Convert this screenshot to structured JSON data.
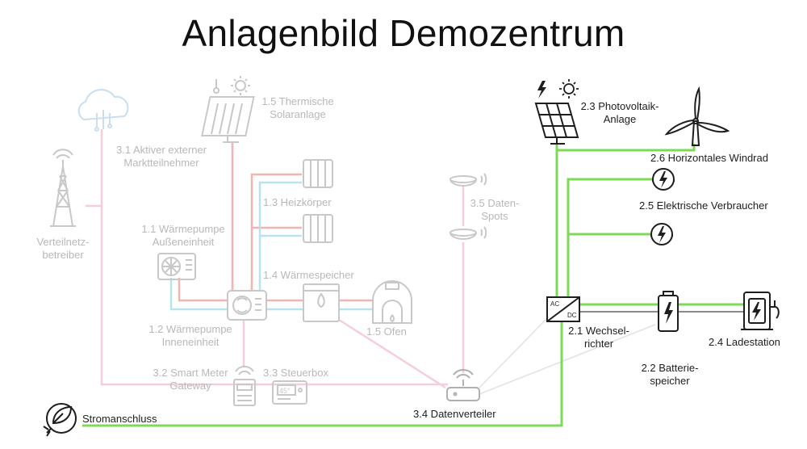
{
  "title": "Anlagenbild Demozentrum",
  "colors": {
    "green": "#7ed957",
    "pink": "#f6cddb",
    "red": "#f2b3b3",
    "blue": "#b7e3ee",
    "faded": "#c8c8c8",
    "active": "#1e1e1e"
  },
  "components": {
    "c11": {
      "line1": "1.1 Wärmepumpe",
      "line2": "Außeneinheit"
    },
    "c12": {
      "line1": "1.2 Wärmepumpe",
      "line2": "Inneneinheit"
    },
    "c13": {
      "label": "1.3 Heizkörper"
    },
    "c14": {
      "label": "1.4 Wärmespeicher"
    },
    "c15": {
      "line1": "1.5 Thermische",
      "line2": "Solaranlage"
    },
    "c15o": {
      "label": "1.5 Ofen"
    },
    "c21": {
      "line1": "2.1 Wechsel-",
      "line2": "richter"
    },
    "c22": {
      "line1": "2.2 Batterie-",
      "line2": "speicher"
    },
    "c23": {
      "line1": "2.3 Photovoltaik-",
      "line2": "Anlage"
    },
    "c24": {
      "label": "2.4 Ladestation"
    },
    "c25": {
      "label": "2.5 Elektrische Verbraucher"
    },
    "c26": {
      "label": "2.6 Horizontales Windrad"
    },
    "c31": {
      "line1": "3.1 Aktiver externer",
      "line2": "Marktteilnehmer"
    },
    "c32": {
      "line1": "3.2 Smart Meter",
      "line2": "Gateway"
    },
    "c33": {
      "label": "3.3 Steuerbox"
    },
    "c34": {
      "label": "3.4 Datenverteiler"
    },
    "c35": {
      "line1": "3.5 Daten-",
      "line2": "Spots"
    },
    "grid": {
      "line1": "Verteilnetz-",
      "line2": "betreiber"
    },
    "power": {
      "label": "Stromanschluss"
    }
  },
  "icons": {
    "inverter_ac": "AC",
    "inverter_dc": "DC",
    "steuerbox_display": "45°"
  }
}
